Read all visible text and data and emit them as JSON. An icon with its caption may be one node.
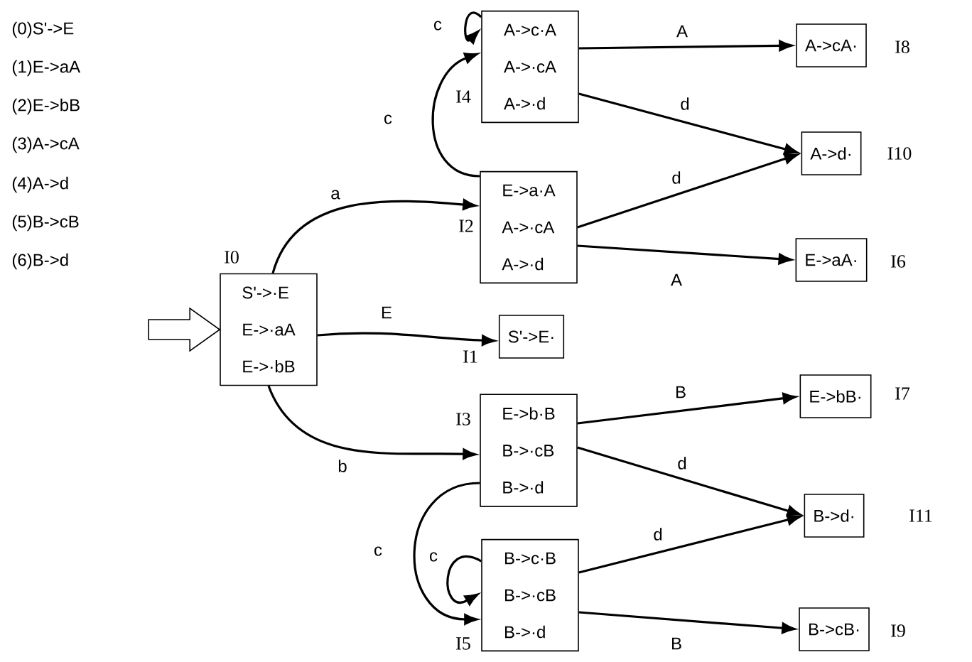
{
  "diagram": {
    "nodes": [
      {
        "text": [
          "S'->·E",
          "E->·aA",
          "E->·bB"
        ],
        "beside": [
          "I0"
        ]
      },
      {
        "text": [
          "S'->E·"
        ],
        "beside": [
          "I1"
        ]
      },
      {
        "text": [
          "E->a·A",
          "A->·cA",
          "A->·d"
        ],
        "beside": [
          "I2"
        ]
      },
      {
        "text": [
          "E->b·B",
          "B->·cB",
          "B->·d"
        ],
        "beside": [
          "I3"
        ]
      },
      {
        "text": [
          "A->c·A",
          "A->·cA",
          "A->·d"
        ],
        "beside": [
          "I4"
        ]
      },
      {
        "text": [
          "B->c·B",
          "B->·cB",
          "B->·d"
        ],
        "beside": [
          "I5"
        ]
      },
      {
        "text": [
          "E->aA·"
        ],
        "beside": [
          "I6"
        ]
      },
      {
        "text": [
          "E->bB·"
        ],
        "beside": [
          "I7"
        ]
      },
      {
        "text": [
          "A->cA·"
        ],
        "beside": [
          "I8"
        ]
      },
      {
        "text": [
          "B->cB·"
        ],
        "beside": [
          "I9"
        ]
      },
      {
        "text": [
          "A->d·"
        ],
        "beside": [
          "I10"
        ]
      },
      {
        "text": [
          "B->d·"
        ],
        "beside": [
          "I11"
        ]
      }
    ],
    "edges": [
      {
        "from": 0,
        "to": 2,
        "arrow": "to",
        "label": "a"
      },
      {
        "from": 0,
        "to": 1,
        "arrow": "to",
        "label": "E"
      },
      {
        "from": 0,
        "to": 3,
        "arrow": "to",
        "label": "b"
      },
      {
        "from": 2,
        "to": 4,
        "arrow": "to",
        "label": "c"
      },
      {
        "from": 4,
        "to": 4,
        "arrow": "to",
        "label": "c"
      },
      {
        "from": 4,
        "to": 8,
        "arrow": "to",
        "label": "A"
      },
      {
        "from": 4,
        "to": 10,
        "arrow": "to",
        "label": "d"
      },
      {
        "from": 2,
        "to": 10,
        "arrow": "to",
        "label": "d"
      },
      {
        "from": 2,
        "to": 6,
        "arrow": "to",
        "label": "A"
      },
      {
        "from": 3,
        "to": 7,
        "arrow": "to",
        "label": "B"
      },
      {
        "from": 3,
        "to": 11,
        "arrow": "to",
        "label": "d"
      },
      {
        "from": 3,
        "to": 5,
        "arrow": "to",
        "label": "c"
      },
      {
        "from": 5,
        "to": 5,
        "arrow": "to",
        "label": "c"
      },
      {
        "from": 5,
        "to": 11,
        "arrow": "to",
        "label": "d"
      },
      {
        "from": 5,
        "to": 9,
        "arrow": "to",
        "label": "B"
      },
      {
        "from": null,
        "to": 0,
        "arrow": "to"
      }
    ],
    "labels": [
      "(0)S'->E",
      "(1)E->aA",
      "(2)E->bB",
      "(3)A->cA",
      "(4)A->d",
      "(5)B->cB",
      "(6)B->d"
    ]
  }
}
